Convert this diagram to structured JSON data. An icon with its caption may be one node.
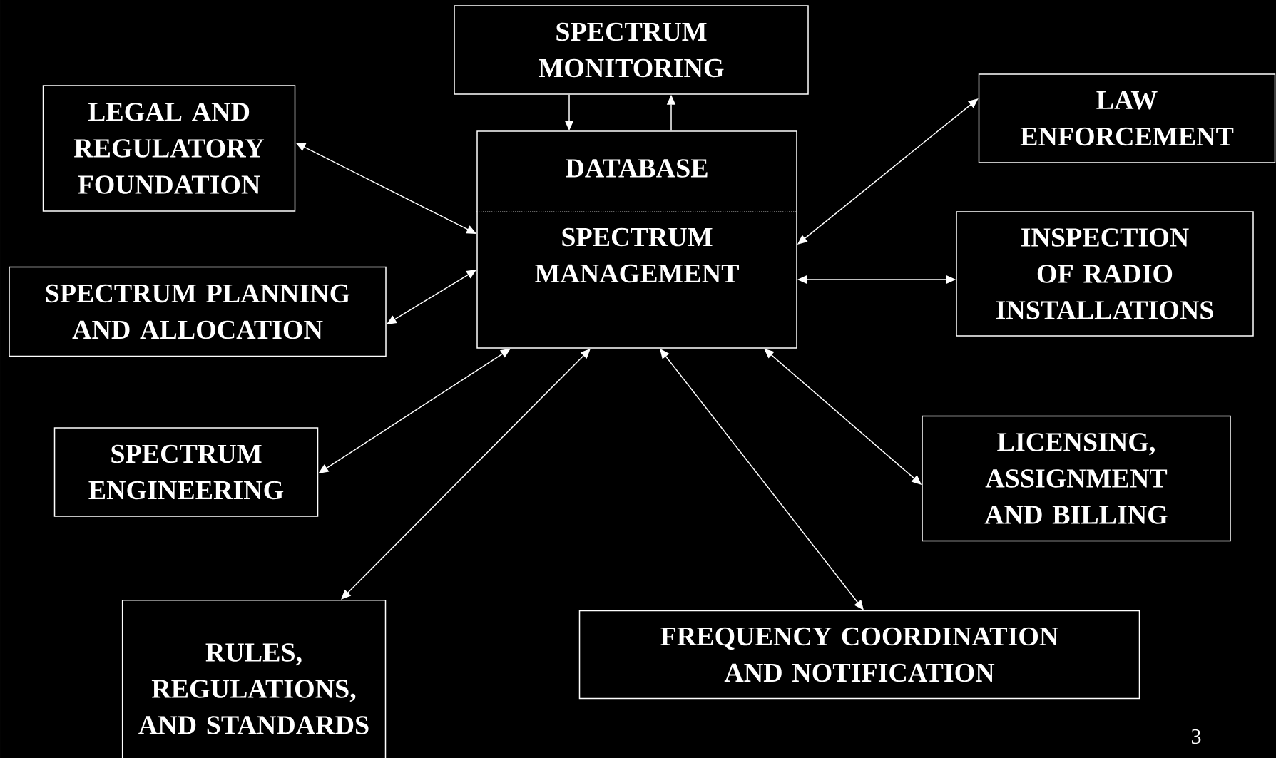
{
  "diagram": {
    "nodes": [
      {
        "text": [
          "SPECTRUM MONITORING"
        ]
      },
      {
        "text": [
          "LEGAL AND REGULATORY FOUNDATION"
        ]
      },
      {
        "text": [
          "LAW ENFORCEMENT"
        ]
      },
      {
        "text": [
          "DATABASE",
          "SPECTRUM MANAGEMENT"
        ]
      },
      {
        "text": [
          "SPECTRUM PLANNING AND ALLOCATION"
        ]
      },
      {
        "text": [
          "INSPECTION OF RADIO INSTALLATIONS"
        ]
      },
      {
        "text": [
          "SPECTRUM ENGINEERING"
        ]
      },
      {
        "text": [
          "LICENSING, ASSIGNMENT AND BILLING"
        ]
      },
      {
        "text": [
          "RULES, REGULATIONS, AND STANDARDS"
        ]
      },
      {
        "text": [
          "FREQUENCY COORDINATION AND NOTIFICATION"
        ]
      }
    ],
    "edges": [
      {
        "from": 0,
        "to": 3,
        "arrow": "to"
      },
      {
        "from": 3,
        "to": 0,
        "arrow": "to"
      },
      {
        "from": 1,
        "to": 3,
        "arrow": "both"
      },
      {
        "from": 2,
        "to": 3,
        "arrow": "both"
      },
      {
        "from": 4,
        "to": 3,
        "arrow": "both"
      },
      {
        "from": 5,
        "to": 3,
        "arrow": "both"
      },
      {
        "from": 6,
        "to": 3,
        "arrow": "both"
      },
      {
        "from": 7,
        "to": 3,
        "arrow": "both"
      },
      {
        "from": 8,
        "to": 3,
        "arrow": "both"
      },
      {
        "from": 9,
        "to": 3,
        "arrow": "both"
      }
    ],
    "labels": [
      "3"
    ]
  }
}
